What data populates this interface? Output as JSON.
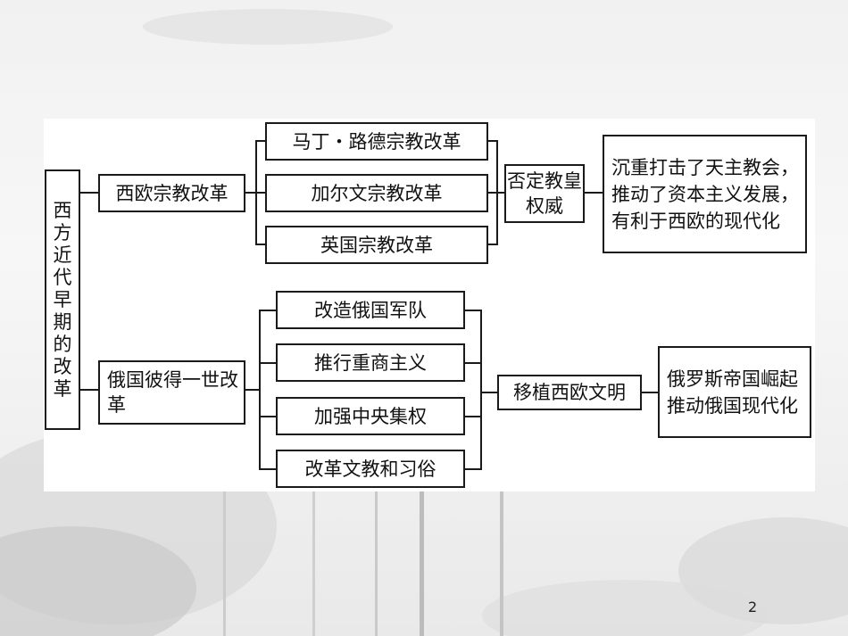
{
  "colors": {
    "line": "#1a1a1a",
    "panel": "#ffffff"
  },
  "root": "西方近代早期的改革",
  "west": {
    "title": "西欧宗教改革",
    "items": [
      "马丁・路德宗教改革",
      "加尔文宗教改革",
      "英国宗教改革"
    ],
    "summary": "否定教皇权威",
    "impact": "沉重打击了天主教会，推动了资本主义发展，有利于西欧的现代化"
  },
  "russia": {
    "title": "俄国彼得一世改革",
    "items": [
      "改造俄国军队",
      "推行重商主义",
      "加强中央集权",
      "改革文教和习俗"
    ],
    "summary": "移植西欧文明",
    "impact": "俄罗斯帝国崛起推动俄国现代化"
  },
  "page_number": "2"
}
